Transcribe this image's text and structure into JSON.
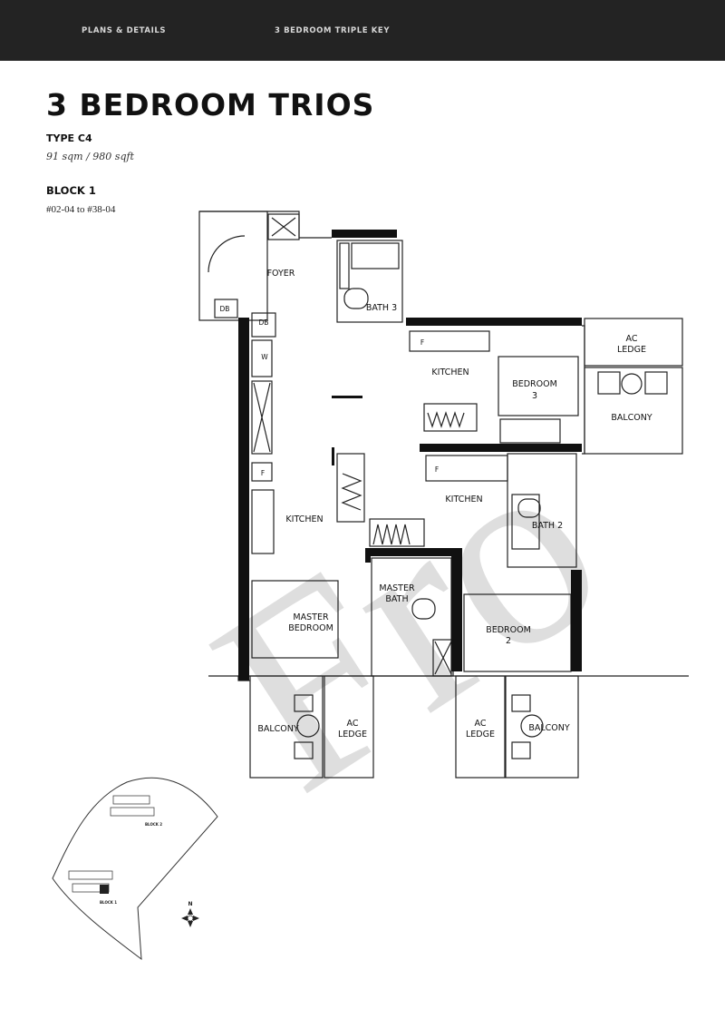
{
  "header": {
    "section": "PLANS & DETAILS",
    "subsection": "3 BEDROOM TRIPLE KEY"
  },
  "title": "3 BEDROOM TRIOS",
  "unit_type": "TYPE C4",
  "area": "91 sqm / 980 sqft",
  "block": "BLOCK 1",
  "units": "#02-04 to #38-04",
  "plan": {
    "foyer": "FOYER",
    "bath3": "BATH 3",
    "ac_ledge_top": [
      "AC",
      "LEDGE"
    ],
    "kitchen_1": "KITCHEN",
    "bedroom3": [
      "BEDROOM",
      "3"
    ],
    "balcony_right": "BALCONY",
    "kitchen_2": "KITCHEN",
    "kitchen_3": "KITCHEN",
    "bath2": "BATH 2",
    "master_bath": [
      "MASTER",
      "BATH"
    ],
    "master_bedroom": [
      "MASTER",
      "BEDROOM"
    ],
    "bedroom2": [
      "BEDROOM",
      "2"
    ],
    "balcony_bl": "BALCONY",
    "ac_ledge_bl": [
      "AC",
      "LEDGE"
    ],
    "ac_ledge_br": [
      "AC",
      "LEDGE"
    ],
    "balcony_br": "BALCONY",
    "db1": "DB",
    "db2": "DB",
    "fridge": "F",
    "w": "W"
  },
  "site_plan": {
    "block_a": "BLOCK 2",
    "block_b": "BLOCK 1",
    "north": "N"
  },
  "watermark": "Fro"
}
